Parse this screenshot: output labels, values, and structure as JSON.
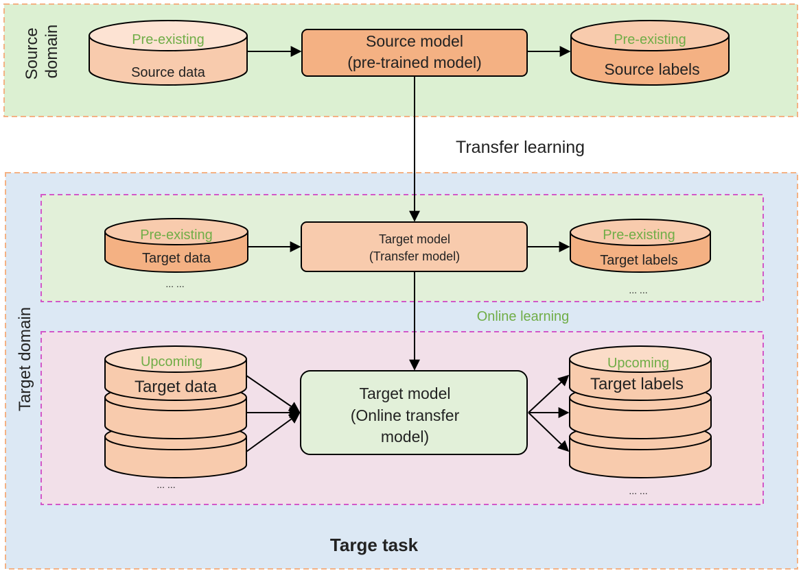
{
  "source_domain": {
    "label": "Source\ndomain",
    "source_data": {
      "tag": "Pre-existing",
      "label": "Source data"
    },
    "source_model": {
      "line1": "Source model",
      "line2": "(pre-trained model)"
    },
    "source_labels": {
      "tag": "Pre-existing",
      "label": "Source labels"
    }
  },
  "transfer_learning_label": "Transfer learning",
  "target_domain": {
    "label": "Target domain",
    "pre_existing": {
      "target_data": {
        "tag": "Pre-existing",
        "label": "Target data",
        "more": "... ..."
      },
      "target_model": {
        "line1": "Target model",
        "line2": "(Transfer model)"
      },
      "target_labels": {
        "tag": "Pre-existing",
        "label": "Target labels",
        "more": "... ..."
      }
    },
    "online_learning_label": "Online learning",
    "upcoming": {
      "target_data": {
        "tag": "Upcoming",
        "label": "Target data",
        "more": "... ..."
      },
      "target_model": {
        "line1": "Target model",
        "line2": "(Online transfer",
        "line3": "model)"
      },
      "target_labels": {
        "tag": "Upcoming",
        "label": "Target labels",
        "more": "... ..."
      }
    },
    "task_label": "Targe task"
  },
  "colors": {
    "source_panel_bg": "#dcf0d2",
    "target_panel_bg": "#dce8f4",
    "pre_existing_panel_bg": "#e2f0d9",
    "upcoming_panel_bg": "#f2e0e9",
    "panel_border_orange": "#f4b183",
    "panel_border_magenta": "#d257c8",
    "light_salmon": "#f8cbad",
    "dark_salmon": "#f4b183",
    "online_model_green": "#e2f0d9",
    "label_green": "#70ad47"
  }
}
